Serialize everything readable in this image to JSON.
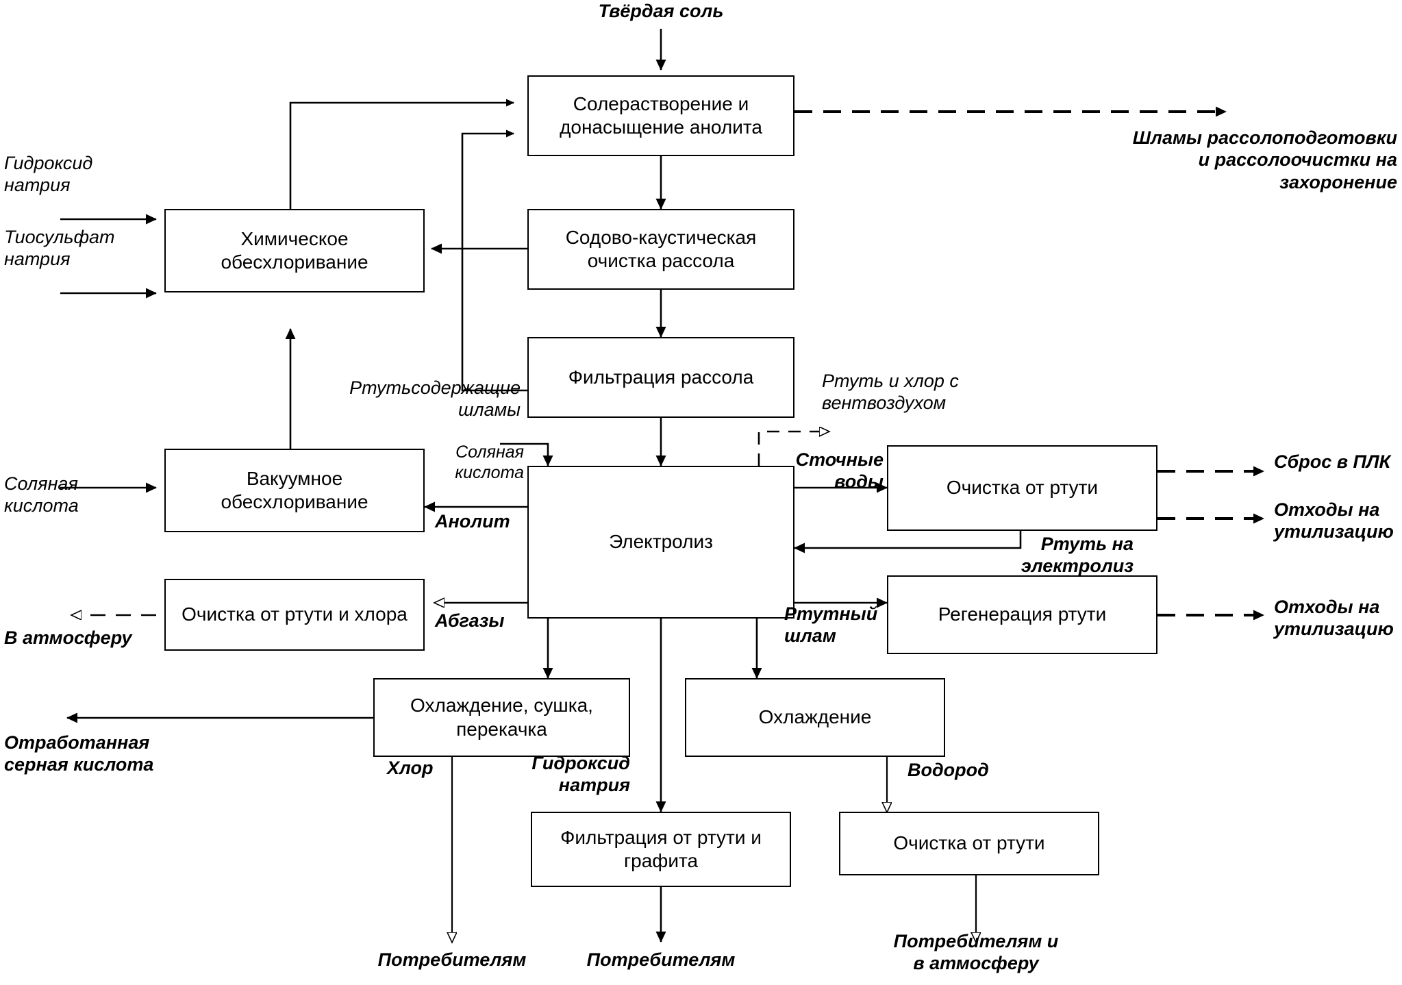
{
  "diagram": {
    "title": "Технологическая схема ртутного электролиза",
    "line_color": "#000000",
    "box_border_color": "#000000",
    "background": "#ffffff"
  },
  "boxes": [
    {
      "id": "salt_dissolve",
      "label": "Солерастворение и\nдонасыщение анолита"
    },
    {
      "id": "chem_dechlor",
      "label": "Химическое\nобесхлоривание"
    },
    {
      "id": "soda_caustic",
      "label": "Содово-каустическая\nочистка рассола"
    },
    {
      "id": "brine_filter",
      "label": "Фильтрация рассола"
    },
    {
      "id": "vacuum_dechlor",
      "label": "Вакуумное\nобесхлоривание"
    },
    {
      "id": "electrolysis",
      "label": "Электролиз"
    },
    {
      "id": "hg_cl_clean",
      "label": "Очистка от ртути и\nхлора"
    },
    {
      "id": "hg_clean_water",
      "label": "Очистка от ртути"
    },
    {
      "id": "hg_regen",
      "label": "Регенерация ртути"
    },
    {
      "id": "cool_dry_pump",
      "label": "Охлаждение, сушка,\nперекачка"
    },
    {
      "id": "cooling",
      "label": "Охлаждение"
    },
    {
      "id": "filter_hg_graph",
      "label": "Фильтрация от ртути и\nграфита"
    },
    {
      "id": "hg_clean_h2",
      "label": "Очистка от ртути"
    }
  ],
  "labels": {
    "solid_salt": "Твёрдая соль",
    "sodium_hydroxide_in": "Гидроксид\nнатрия",
    "sodium_thiosulfate": "Тиосульфат\nнатрия",
    "brine_sludge_out": "Шламы рассолоподготовки\nи рассолоочистки на\nзахоронение",
    "hg_sludge": "Ртутьсодержащие\nшламы",
    "hg_cl_vent": "Ртуть и хлор с\nвентвоздухом",
    "hydrochloric_left": "Соляная\nкислота",
    "hydrochloric_mid": "Соляная\nкислота",
    "anolyte": "Анолит",
    "waste_water": "Сточные\nводы",
    "discharge_plk": "Сброс в ПЛК",
    "waste_disposal_1": "Отходы на\nутилизацию",
    "hg_to_electrolysis": "Ртуть на\nэлектролиз",
    "hg_slurry": "Ртутный\nшлам",
    "waste_disposal_2": "Отходы на\nутилизацию",
    "offgases": "Абгазы",
    "to_atmosphere": "В атмосферу",
    "spent_sulfuric": "Отработанная\nсерная кислота",
    "chlorine": "Хлор",
    "sodium_hydroxide_out": "Гидроксид\nнатрия",
    "hydrogen": "Водород",
    "consumers_1": "Потребителям",
    "consumers_2": "Потребителям",
    "consumers_3": "Потребителям и\nв атмосферу"
  },
  "flows": [
    {
      "from": "solid-salt",
      "to": "salt_dissolve",
      "style": "solid"
    },
    {
      "from": "chem_dechlor",
      "to": "salt_dissolve",
      "style": "solid"
    },
    {
      "from": "brine_filter",
      "to": "salt_dissolve",
      "style": "solid"
    },
    {
      "from": "salt_dissolve",
      "to": "brine-sludge",
      "style": "dashed"
    },
    {
      "from": "salt_dissolve",
      "to": "soda_caustic",
      "style": "solid"
    },
    {
      "from": "soda_caustic",
      "to": "chem_dechlor",
      "style": "solid"
    },
    {
      "from": "soda_caustic",
      "to": "brine_filter",
      "style": "solid"
    },
    {
      "from": "brine_filter",
      "to": "electrolysis",
      "style": "solid"
    },
    {
      "from": "sodium-hydroxide",
      "to": "chem_dechlor",
      "style": "solid"
    },
    {
      "from": "sodium-thiosulfate",
      "to": "chem_dechlor",
      "style": "solid"
    },
    {
      "from": "vacuum_dechlor",
      "to": "chem_dechlor",
      "style": "solid"
    },
    {
      "from": "hydrochloric-acid",
      "to": "vacuum_dechlor",
      "style": "solid"
    },
    {
      "from": "electrolysis",
      "to": "vacuum_dechlor",
      "style": "solid"
    },
    {
      "from": "hcl-mid",
      "to": "electrolysis",
      "style": "solid"
    },
    {
      "from": "electrolysis",
      "to": "hg_clean_water",
      "style": "solid"
    },
    {
      "from": "hg_clean_water",
      "to": "discharge-plk",
      "style": "dashed"
    },
    {
      "from": "hg_clean_water",
      "to": "waste-disposal",
      "style": "dashed"
    },
    {
      "from": "hg_clean_water",
      "to": "electrolysis",
      "style": "solid"
    },
    {
      "from": "electrolysis",
      "to": "hg_regen",
      "style": "solid"
    },
    {
      "from": "hg_regen",
      "to": "waste-disposal-2",
      "style": "dashed"
    },
    {
      "from": "electrolysis",
      "to": "hg_cl_clean",
      "style": "solid"
    },
    {
      "from": "hg_cl_clean",
      "to": "atmosphere",
      "style": "dashed"
    },
    {
      "from": "vent",
      "to": "hg-cl-vent",
      "style": "dashed"
    },
    {
      "from": "electrolysis",
      "to": "cool_dry_pump",
      "style": "solid"
    },
    {
      "from": "electrolysis",
      "to": "cooling",
      "style": "solid"
    },
    {
      "from": "electrolysis",
      "to": "filter_hg_graph",
      "style": "solid"
    },
    {
      "from": "cool_dry_pump",
      "to": "spent-acid",
      "style": "solid"
    },
    {
      "from": "cool_dry_pump",
      "to": "consumers-1",
      "style": "open"
    },
    {
      "from": "filter_hg_graph",
      "to": "consumers-2",
      "style": "solid"
    },
    {
      "from": "cooling",
      "to": "hg_clean_h2",
      "style": "open"
    },
    {
      "from": "hg_clean_h2",
      "to": "consumers-3",
      "style": "open"
    }
  ]
}
